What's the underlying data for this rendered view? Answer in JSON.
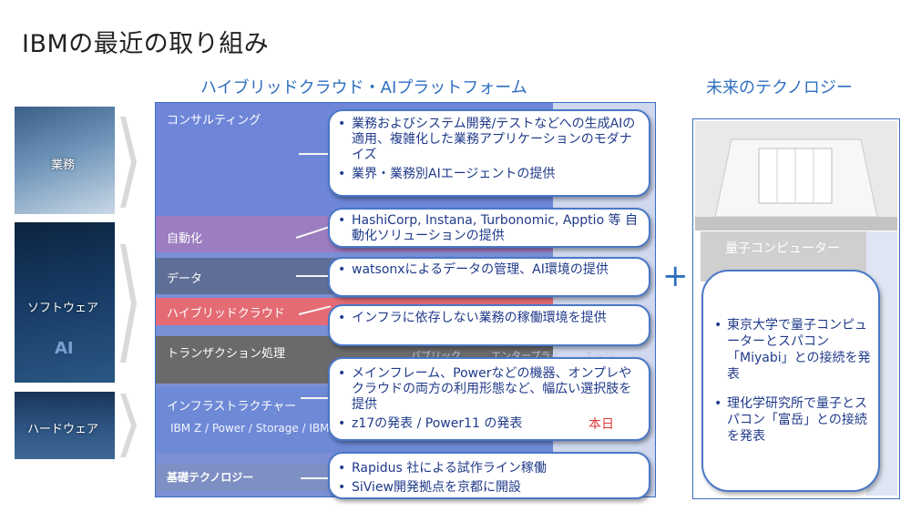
{
  "title": "IBMの最近の取り組み",
  "headers": {
    "platform": "ハイブリッドクラウド・AIプラットフォーム",
    "future": "未来のテクノロジー"
  },
  "categories": [
    {
      "label": "業務"
    },
    {
      "label": "ソフトウェア",
      "glyph": "AI"
    },
    {
      "label": "ハードウェア"
    }
  ],
  "platform": {
    "rows": [
      {
        "label": "コンサルティング"
      },
      {
        "label": "自動化"
      },
      {
        "label": "データ"
      },
      {
        "label": "ハイブリッドクラウド"
      },
      {
        "label": "トランザクション処理"
      },
      {
        "label": "インフラストラクチャー",
        "sub": "IBM Z / Power / Storage / IBM"
      },
      {
        "label": "基礎テクノロジー"
      }
    ],
    "faded": [
      "パブリック",
      "エンタープライ",
      "エッジ"
    ],
    "colors": {
      "consult": "#6f86d8",
      "auto": "#9b7dc0",
      "data": "#5f6e96",
      "hybrid": "#e46b74",
      "trans": "#6a6a6a",
      "infra": "#6e89d6"
    }
  },
  "callouts": {
    "consult": [
      "業務およびシステム開発/テストなどへの生成AIの適用、複雑化した業務アプリケーションのモダナイズ",
      "業界・業務別AIエージェントの提供"
    ],
    "auto": [
      "HashiCorp, Instana, Turbonomic, Apptio 等 自動化ソリューションの提供"
    ],
    "data": [
      "watsonxによるデータの管理、AI環境の提供"
    ],
    "hybrid": [
      "インフラに依存しない業務の稼働環境を提供"
    ],
    "infra": [
      "メインフレーム、Powerなどの機器、オンプレやクラウドの両方の利用形態など、幅広い選択肢を提供",
      "z17の発表 / Power11 の発表"
    ],
    "infra_highlight": "本日",
    "base": [
      "Rapidus 社による試作ライン稼働",
      "SiView開発拠点を京都に開設"
    ]
  },
  "plus": "+",
  "future": {
    "label": "量子コンピューター",
    "items": [
      "東京大学で量子コンピューターとスパコン「Miyabi」との接続を発表",
      "理化学研究所で量子とスパコン「富岳」との接続を発表"
    ]
  }
}
